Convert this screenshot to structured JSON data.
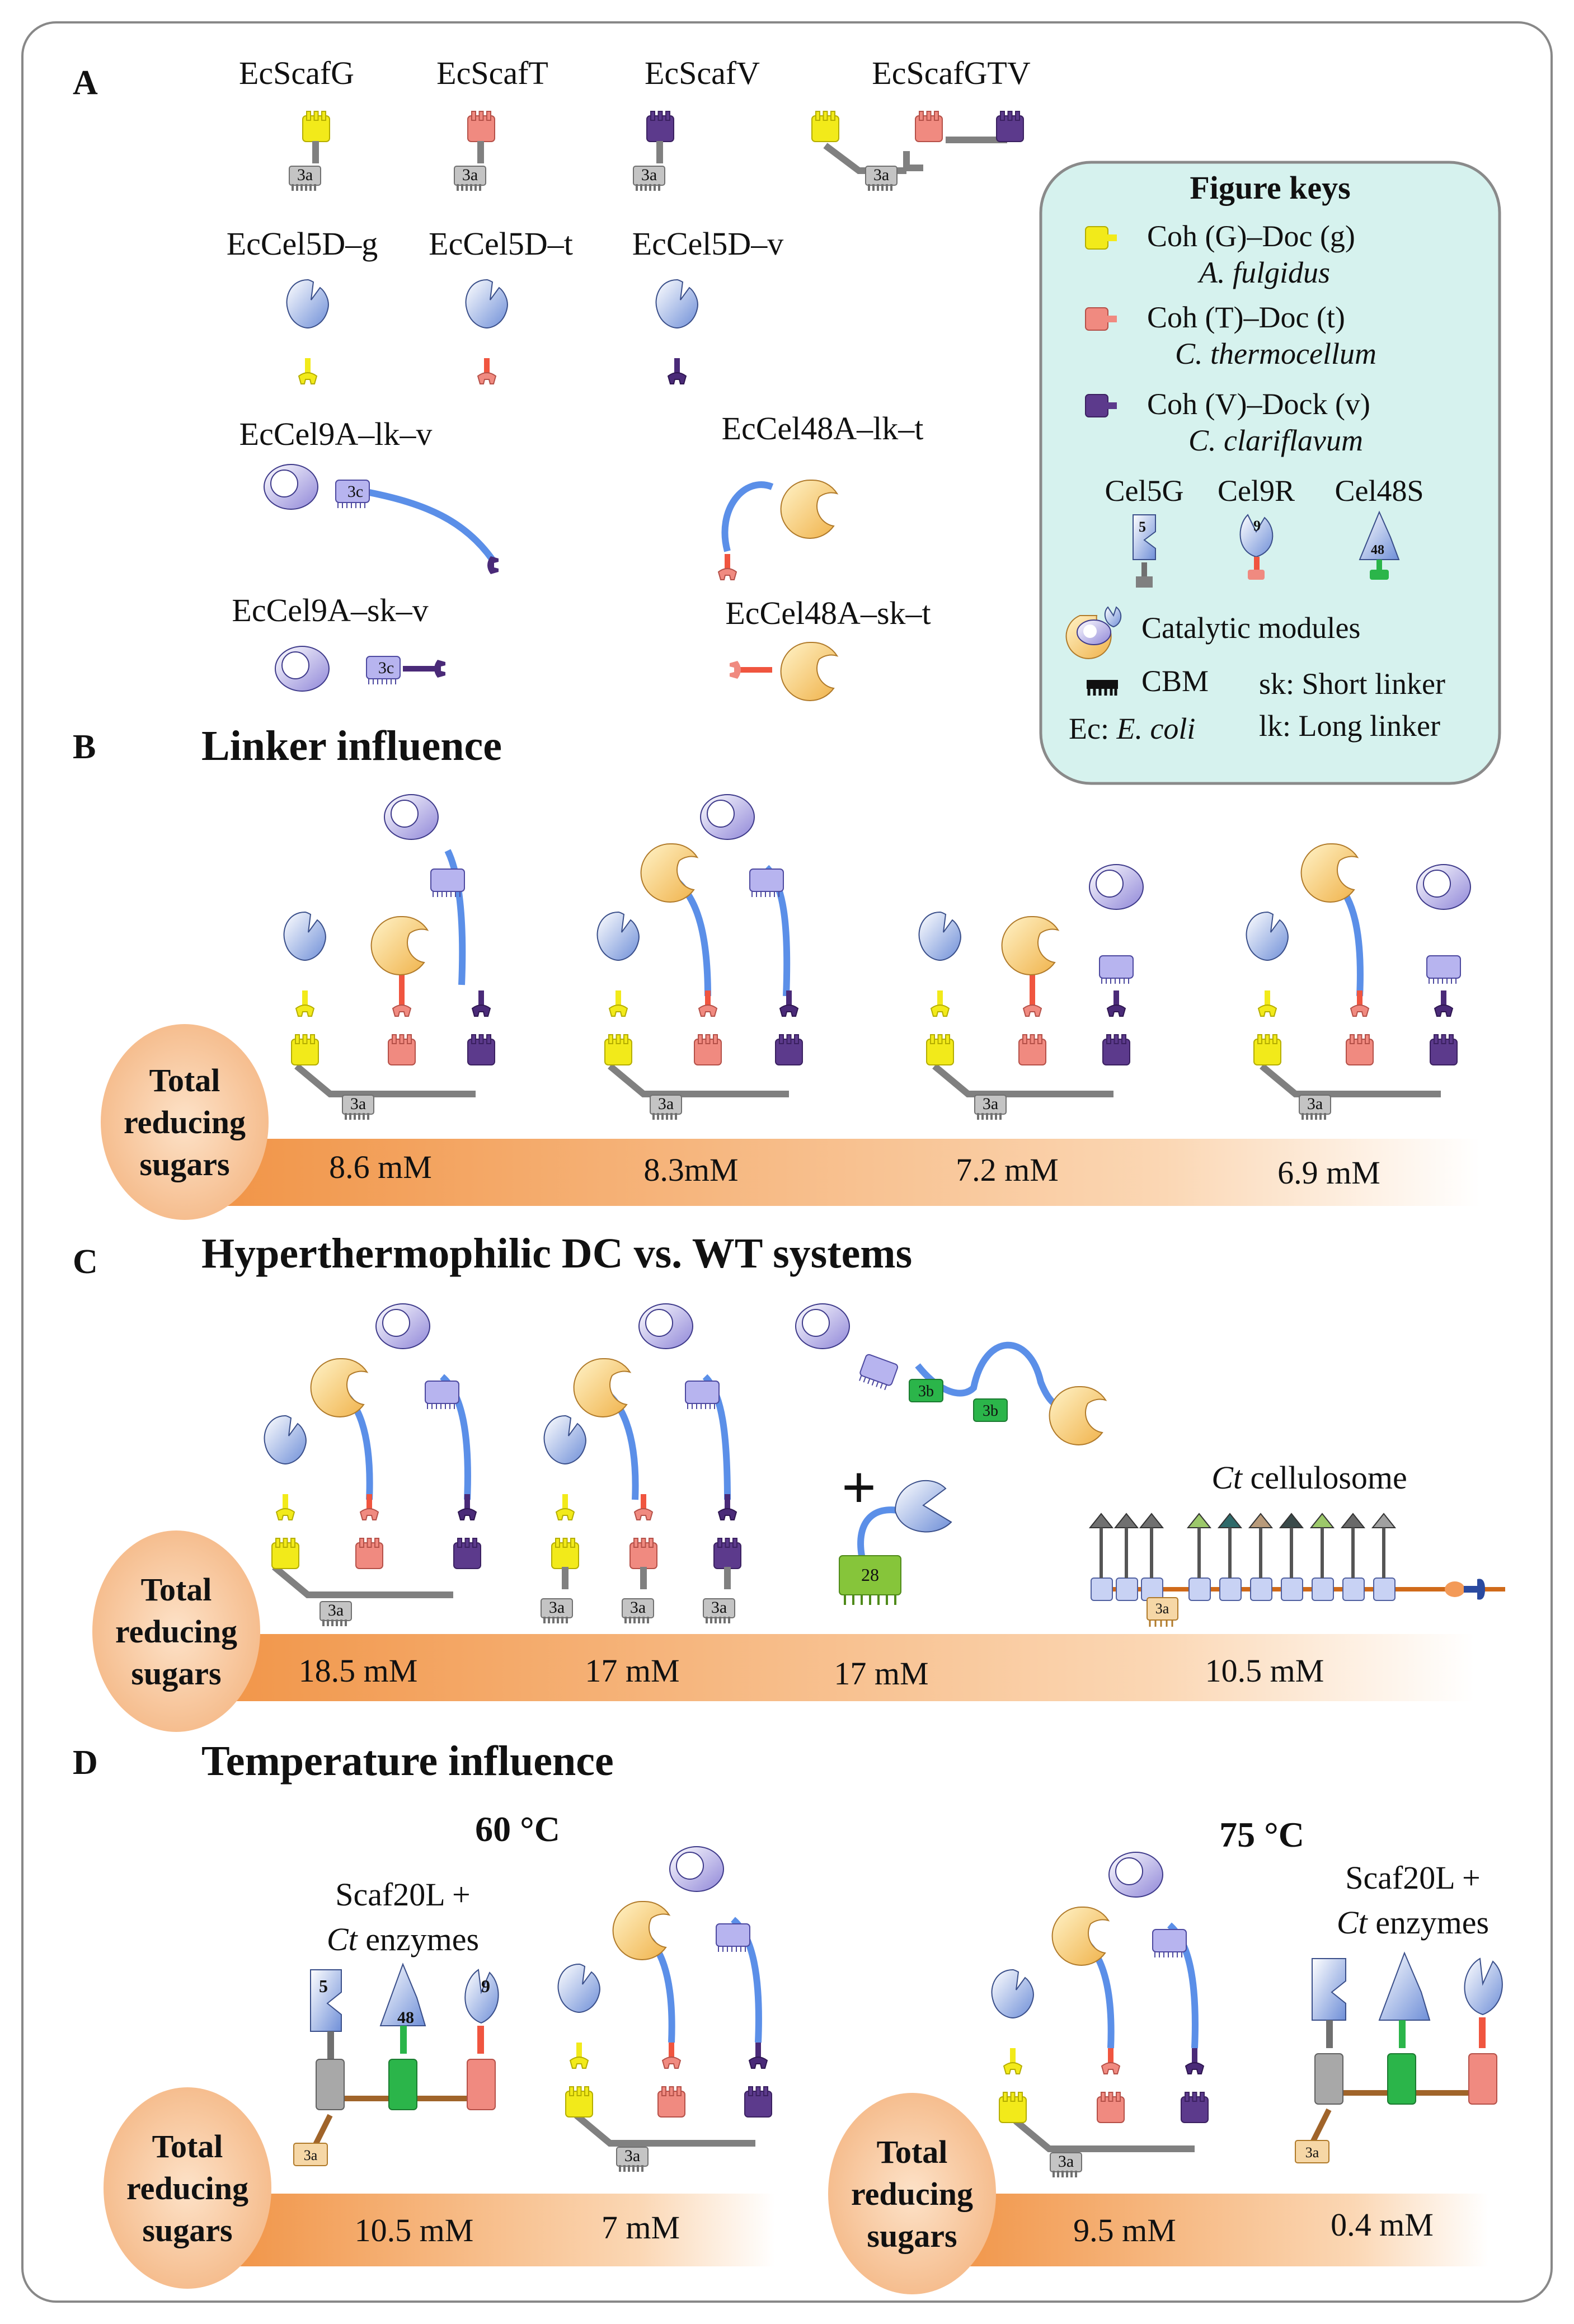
{
  "panels": {
    "A": {
      "letter": "A",
      "scaffolds": [
        "EcScafG",
        "EcScafT",
        "EcScafV",
        "EcScafGTV"
      ],
      "enzymes_row1": [
        "EcCel5D–g",
        "EcCel5D–t",
        "EcCel5D–v"
      ],
      "enzymes_row2": [
        "EcCel9A–lk–v",
        "EcCel48A–lk–t"
      ],
      "enzymes_row3": [
        "EcCel9A–sk–v",
        "EcCel48A–sk–t"
      ],
      "cohesin_mark": "3a",
      "cbm_mark": "3c"
    },
    "B": {
      "letter": "B",
      "title": "Linker influence",
      "values": [
        "8.6 mM",
        "8.3mM",
        "7.2 mM",
        "6.9 mM"
      ]
    },
    "C": {
      "letter": "C",
      "title": "Hyperthermophilic DC vs. WT systems",
      "values": [
        "18.5 mM",
        "17 mM",
        "17 mM",
        "10.5 mM"
      ],
      "plus": "+",
      "cellulosome_italic": "Ct",
      "cellulosome_label": " cellulosome",
      "marks": [
        "3b",
        "28"
      ]
    },
    "D": {
      "letter": "D",
      "title": "Temperature influence",
      "temp1": "60 °C",
      "temp2": "75 °C",
      "scaf_label": "Scaf20L +",
      "ct_italic": "Ct",
      "enzymes_label": " enzymes",
      "values_60": [
        "10.5 mM",
        "7 mM"
      ],
      "values_75": [
        "9.5 mM",
        "0.4 mM"
      ],
      "enzyme_marks": [
        "5",
        "48",
        "9"
      ]
    }
  },
  "trs_label": [
    "Total",
    "reducing",
    "sugars"
  ],
  "keys": {
    "title": "Figure keys",
    "g_label": "Coh (G)–Doc (g)",
    "g_species": "A. fulgidus",
    "t_label": "Coh (T)–Doc (t)",
    "t_species": "C. thermocellum",
    "v_label": "Coh (V)–Dock (v)",
    "v_species": "C. clariflavum",
    "enzymes": [
      "Cel5G",
      "Cel9R",
      "Cel48S"
    ],
    "enzyme_marks": [
      "5",
      "9",
      "48"
    ],
    "catalytic": "Catalytic modules",
    "cbm": "CBM",
    "sk": "sk: Short linker",
    "lk": "lk: Long linker",
    "ec_prefix": "Ec: ",
    "ec_italic": "E. coli"
  },
  "colors": {
    "yellow": "#f2ea1a",
    "red": "#f08a80",
    "purple": "#5c3a8c",
    "grey": "#a8a8a8",
    "blue_linker": "#5b8fe8",
    "orange": "#f3a35b",
    "green": "#2bb54a",
    "key_bg": "#d6f2ee"
  }
}
